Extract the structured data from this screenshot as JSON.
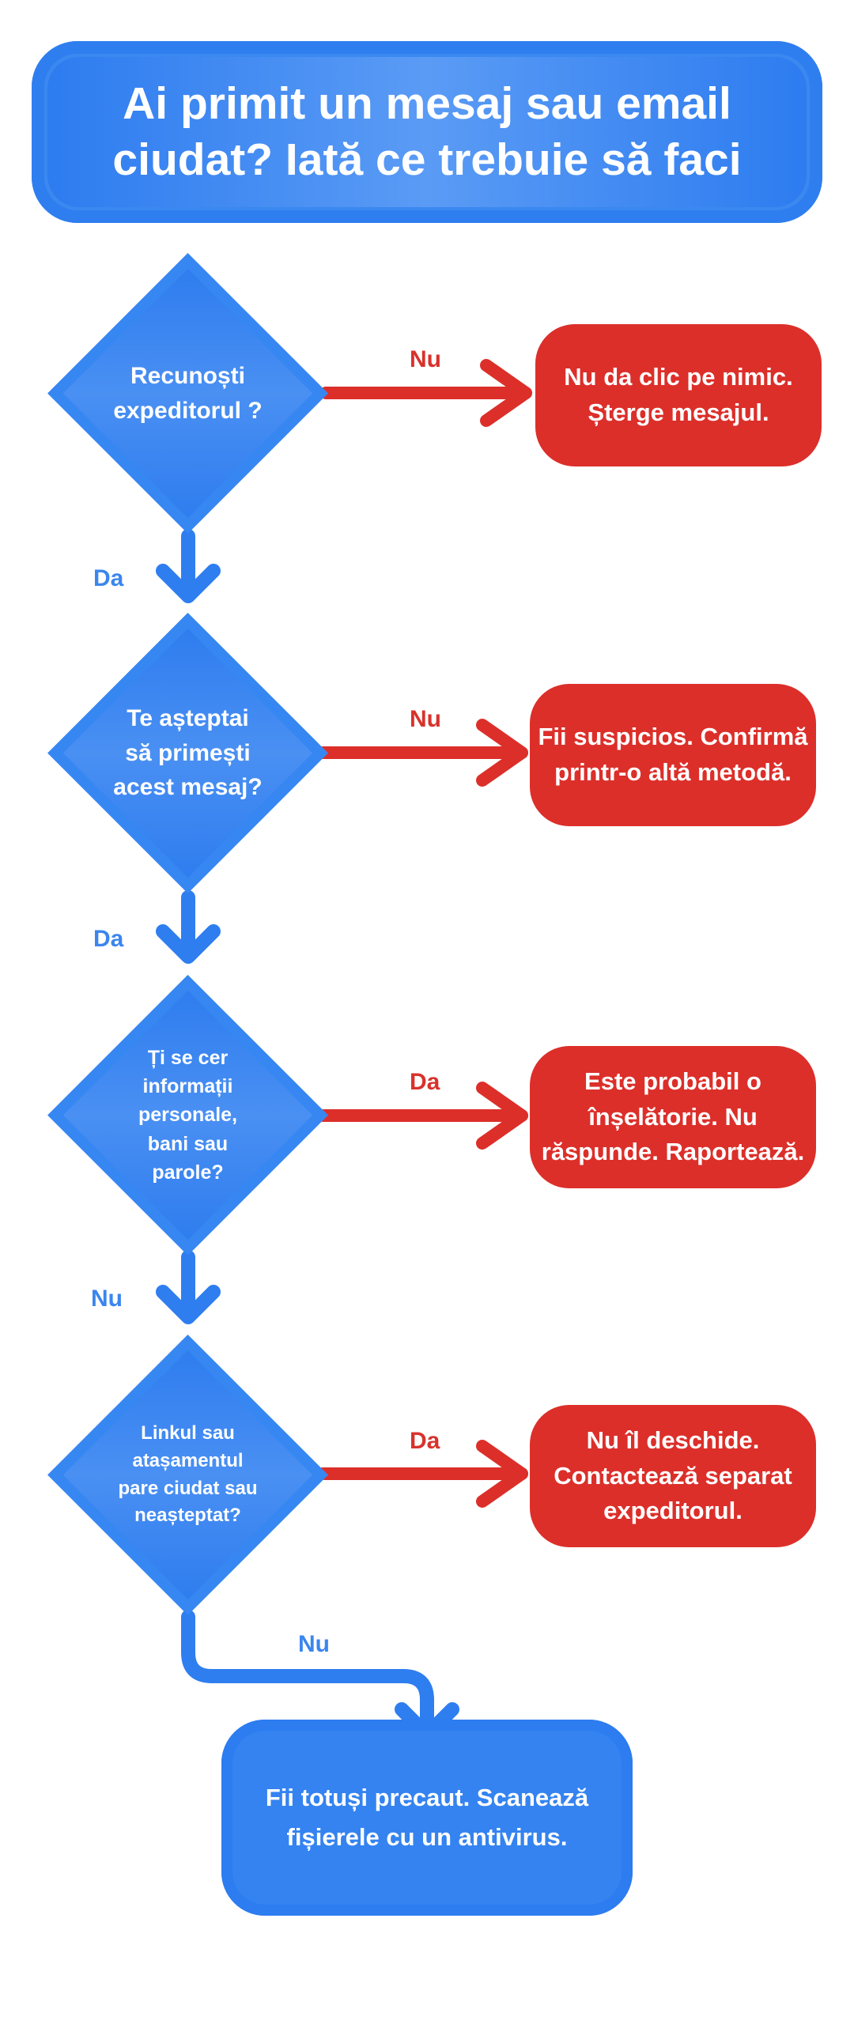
{
  "title": "Ai primit un mesaj sau email ciudat? Iată ce trebuie să faci",
  "colors": {
    "blue": "#2f7ef0",
    "blue_label": "#3b86ee",
    "red": "#dc2f2a",
    "white": "#ffffff"
  },
  "questions": [
    {
      "text": "Recunoști expeditorul ?",
      "side_label": "Nu",
      "side_action": "Nu da clic pe nimic. Șterge mesajul.",
      "down_label": "Da"
    },
    {
      "text": "Te așteptai să primești acest mesaj?",
      "side_label": "Nu",
      "side_action": "Fii suspicios. Confirmă printr-o altă metodă.",
      "down_label": "Da"
    },
    {
      "text": "Ți se cer informații personale, bani sau parole?",
      "side_label": "Da",
      "side_action": "Este probabil o înșelătorie. Nu răspunde. Raportează.",
      "down_label": "Nu"
    },
    {
      "text": "Linkul sau atașamentul pare ciudat sau neașteptat?",
      "side_label": "Da",
      "side_action": "Nu îl deschide. Contactează separat expeditorul.",
      "down_label": "Nu"
    }
  ],
  "final_action": "Fii totuși precaut. Scanează fișierele cu un antivirus."
}
